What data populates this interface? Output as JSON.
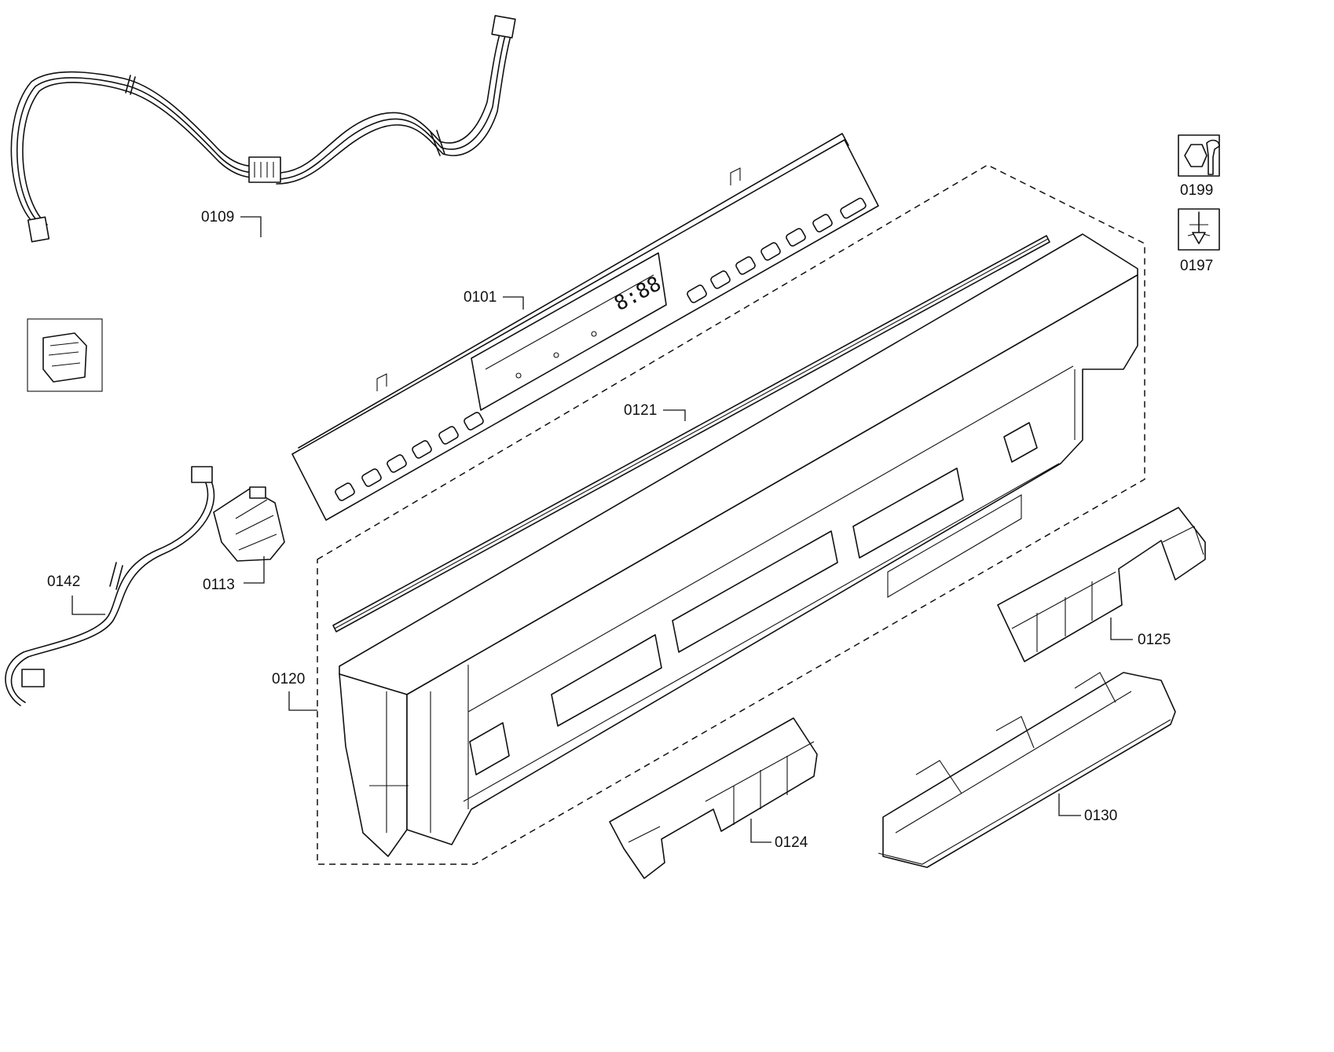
{
  "diagram": {
    "callouts": {
      "c0109": "0109",
      "c0101": "0101",
      "c0121": "0121",
      "c0142": "0142",
      "c0113": "0113",
      "c0120": "0120",
      "c0125": "0125",
      "c0124": "0124",
      "c0130": "0130"
    },
    "tool_icons": [
      {
        "icon": "nut-wrench-icon",
        "code": "0199"
      },
      {
        "icon": "screwdriver-icon",
        "code": "0197"
      }
    ],
    "display_readout": "8:88"
  }
}
